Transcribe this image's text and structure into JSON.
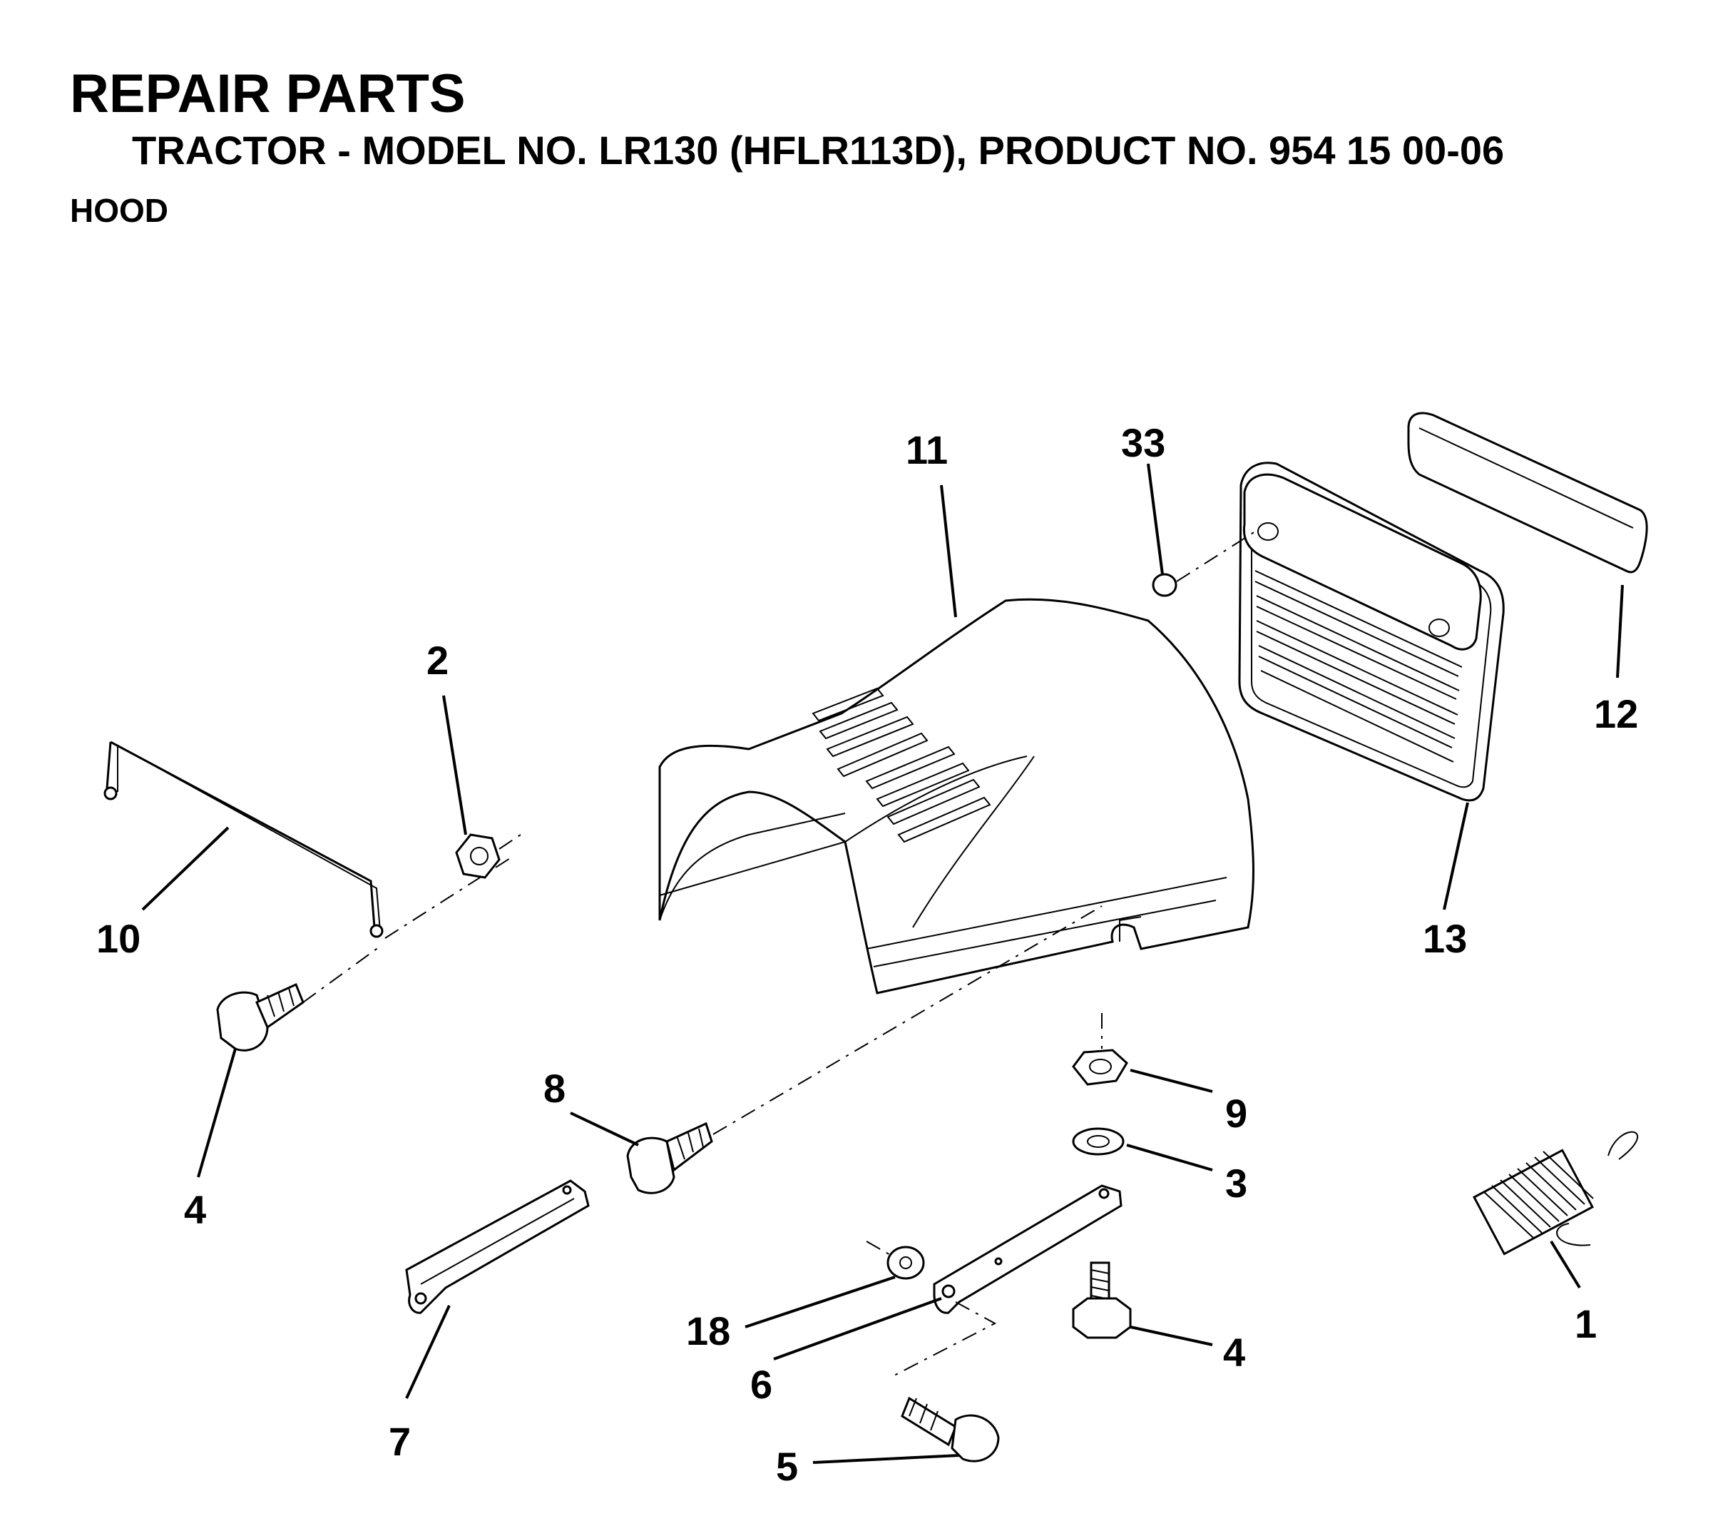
{
  "header": {
    "title": "REPAIR PARTS",
    "subtitle": "TRACTOR - MODEL NO. LR130 (HFLR113D), PRODUCT NO. 954 15 00-06",
    "section": "HOOD"
  },
  "callouts": {
    "hood": "11",
    "plug": "33",
    "grille": "13",
    "grille_insert": "12",
    "nut_upper": "2",
    "rod": "10",
    "bolt_left": "4",
    "bolt_center": "8",
    "nut_right": "9",
    "washer_right": "3",
    "spring": "1",
    "bracket_left": "7",
    "washer_small": "18",
    "bracket_right": "6",
    "bolt_right": "4",
    "bolt_bottom": "5"
  }
}
